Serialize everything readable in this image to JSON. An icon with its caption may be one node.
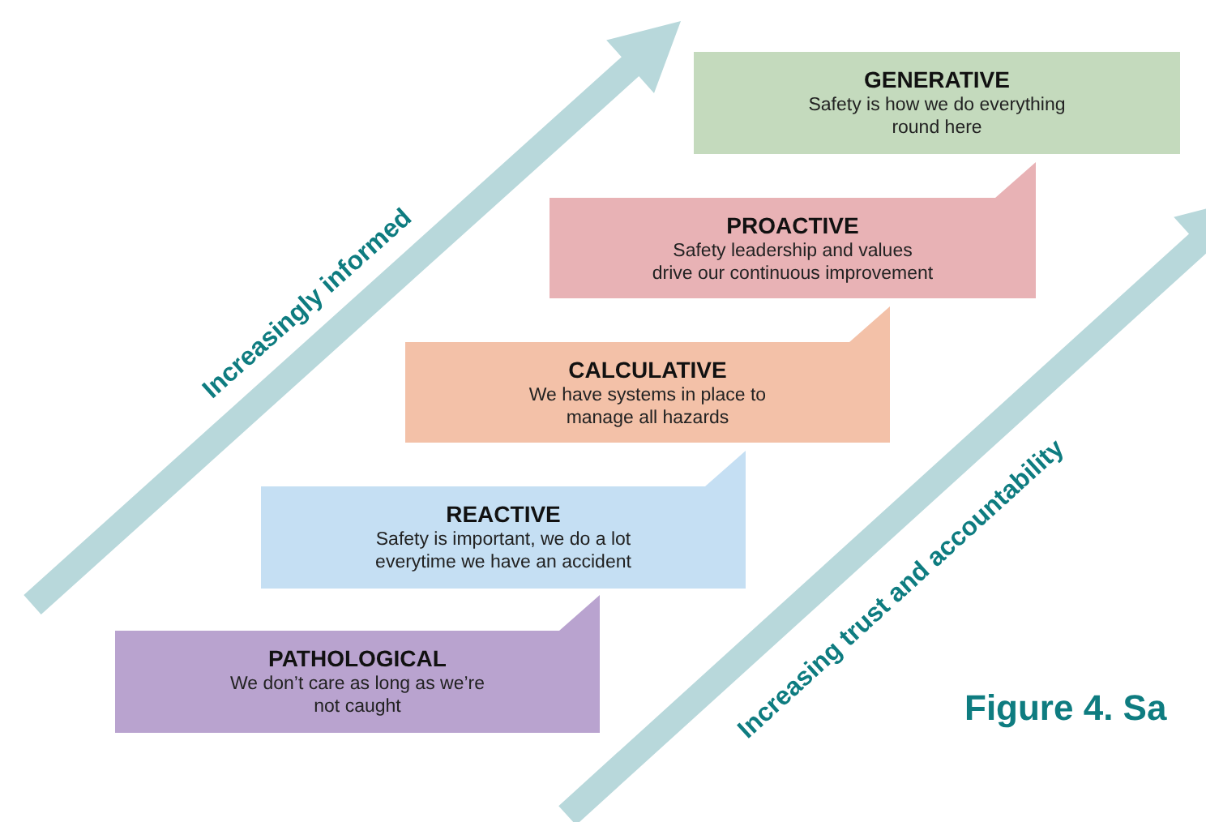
{
  "diagram": {
    "caption": "Figure 4. Sa",
    "nodes": [
      {
        "text": [
          "GENERATIVE",
          "Safety is how we do everything round here"
        ]
      },
      {
        "text": [
          "PROACTIVE",
          "Safety leadership and values drive our continuous improvement"
        ]
      },
      {
        "text": [
          "CALCULATIVE",
          "We have systems in place to manage all hazards"
        ]
      },
      {
        "text": [
          "REACTIVE",
          "Safety is important, we do a lot everytime we have an accident"
        ]
      },
      {
        "text": [
          "PATHOLOGICAL",
          "We don’t care as long as we’re not caught"
        ]
      }
    ],
    "edges": [],
    "labels": [
      "Increasingly informed",
      "Increasing trust and accountability"
    ]
  }
}
